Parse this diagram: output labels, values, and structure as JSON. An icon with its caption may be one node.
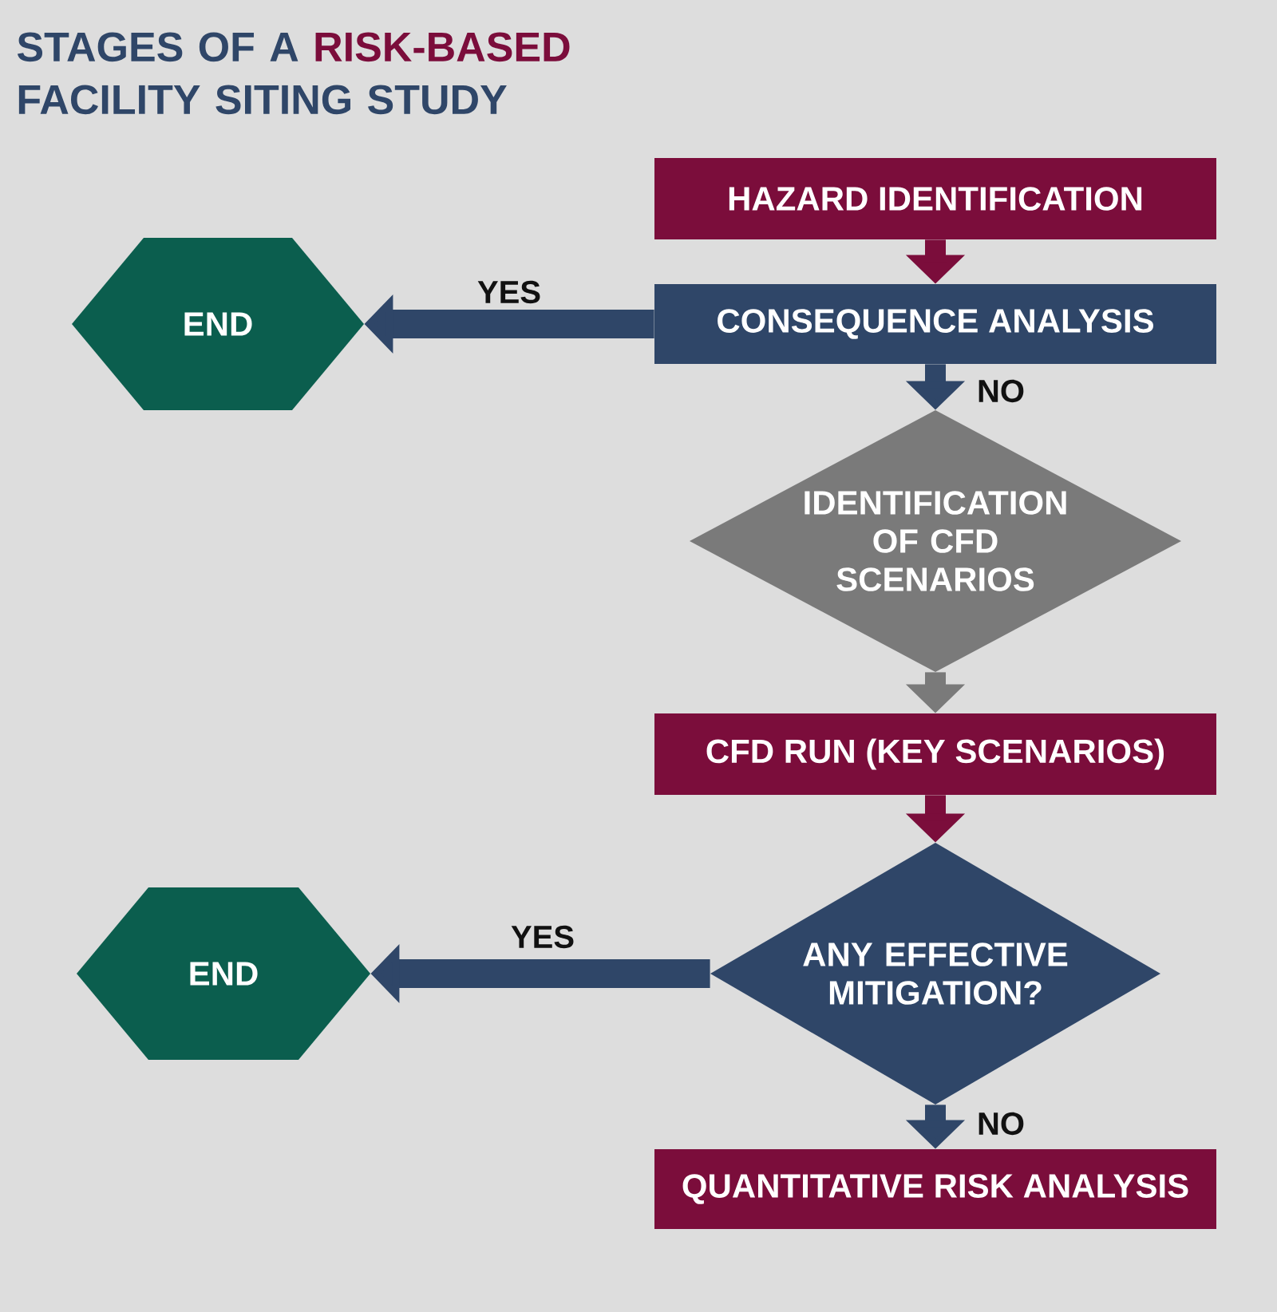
{
  "diagram": {
    "title": "STAGES OF A **RISK-BASED** FACILITY SITING STUDY",
    "nodes": [
      {
        "text": [
          "HAZARD IDENTIFICATION"
        ]
      },
      {
        "text": [
          "END"
        ]
      },
      {
        "text": [
          "CONSEQUENCE ANALYSIS"
        ]
      },
      {
        "text": [
          "IDENTIFICATION OF CFD SCENARIOS"
        ]
      },
      {
        "text": [
          "CFD RUN (KEY SCENARIOS)"
        ]
      },
      {
        "text": [
          "END"
        ]
      },
      {
        "text": [
          "ANY EFFECTIVE MITIGATION?"
        ]
      },
      {
        "text": [
          "QUANTITATIVE RISK ANALYSIS"
        ]
      }
    ],
    "edges": [
      {
        "from": 0,
        "to": 2,
        "arrow": "to",
        "color": "#7b0d3b"
      },
      {
        "from": 2,
        "to": 1,
        "arrow": "to",
        "label": "YES"
      },
      {
        "from": 2,
        "to": 3,
        "arrow": "to",
        "label": "NO"
      },
      {
        "from": 3,
        "to": 4,
        "arrow": "to",
        "color": "#7a7a7a"
      },
      {
        "from": 4,
        "to": 6,
        "arrow": "to",
        "color": "#7b0d3b"
      },
      {
        "from": 6,
        "to": 5,
        "arrow": "to",
        "label": "YES"
      },
      {
        "from": 6,
        "to": 7,
        "arrow": "to",
        "label": "NO"
      }
    ]
  }
}
